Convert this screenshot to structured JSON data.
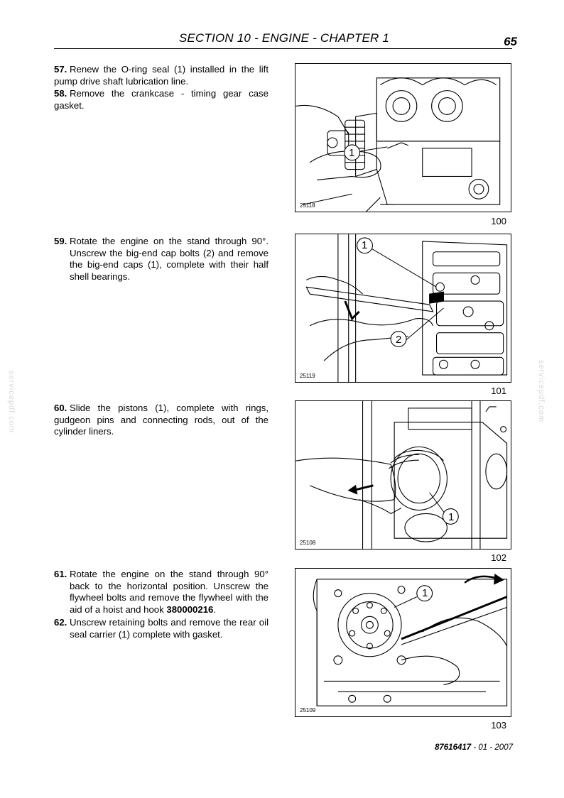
{
  "header": {
    "title": "SECTION 10 - ENGINE - CHAPTER 1",
    "page_number": "65"
  },
  "steps": [
    {
      "number": "57.",
      "text": "Renew the O-ring seal (1) installed in the lift pump drive shaft lubrication line."
    },
    {
      "number": "58.",
      "text": "Remove the crankcase - timing gear case gasket."
    },
    {
      "number": "59.",
      "text": "Rotate the engine on the stand through 90°. Unscrew the big-end cap bolts (2) and remove the big-end caps (1), complete with their half shell bearings."
    },
    {
      "number": "60.",
      "text": "Slide the pistons (1), complete with rings, gudgeon pins and connecting rods, out of the cylinder liners."
    },
    {
      "number": "61.",
      "text_before": "Rotate the engine on the stand through 90° back to the horizontal position. Unscrew the flywheel bolts and remove the flywheel with the aid of a hoist and hook ",
      "bold_part": "380000216",
      "text_after": "."
    },
    {
      "number": "62.",
      "text": "Unscrew retaining bolts and remove the rear oil seal carrier (1) complete with gasket."
    }
  ],
  "figures": [
    {
      "code": "25118",
      "number": "100",
      "callouts": [
        "1"
      ]
    },
    {
      "code": "25119",
      "number": "101",
      "callouts": [
        "1",
        "2"
      ]
    },
    {
      "code": "25108",
      "number": "102",
      "callouts": [
        "1"
      ]
    },
    {
      "code": "25109",
      "number": "103",
      "callouts": [
        "1"
      ]
    }
  ],
  "watermark": "servicepdf.com",
  "footer": {
    "doc_code": "87616417",
    "date": " - 01 - 2007"
  },
  "colors": {
    "ink": "#000000",
    "paper": "#ffffff",
    "watermark": "#d8d8d8"
  }
}
